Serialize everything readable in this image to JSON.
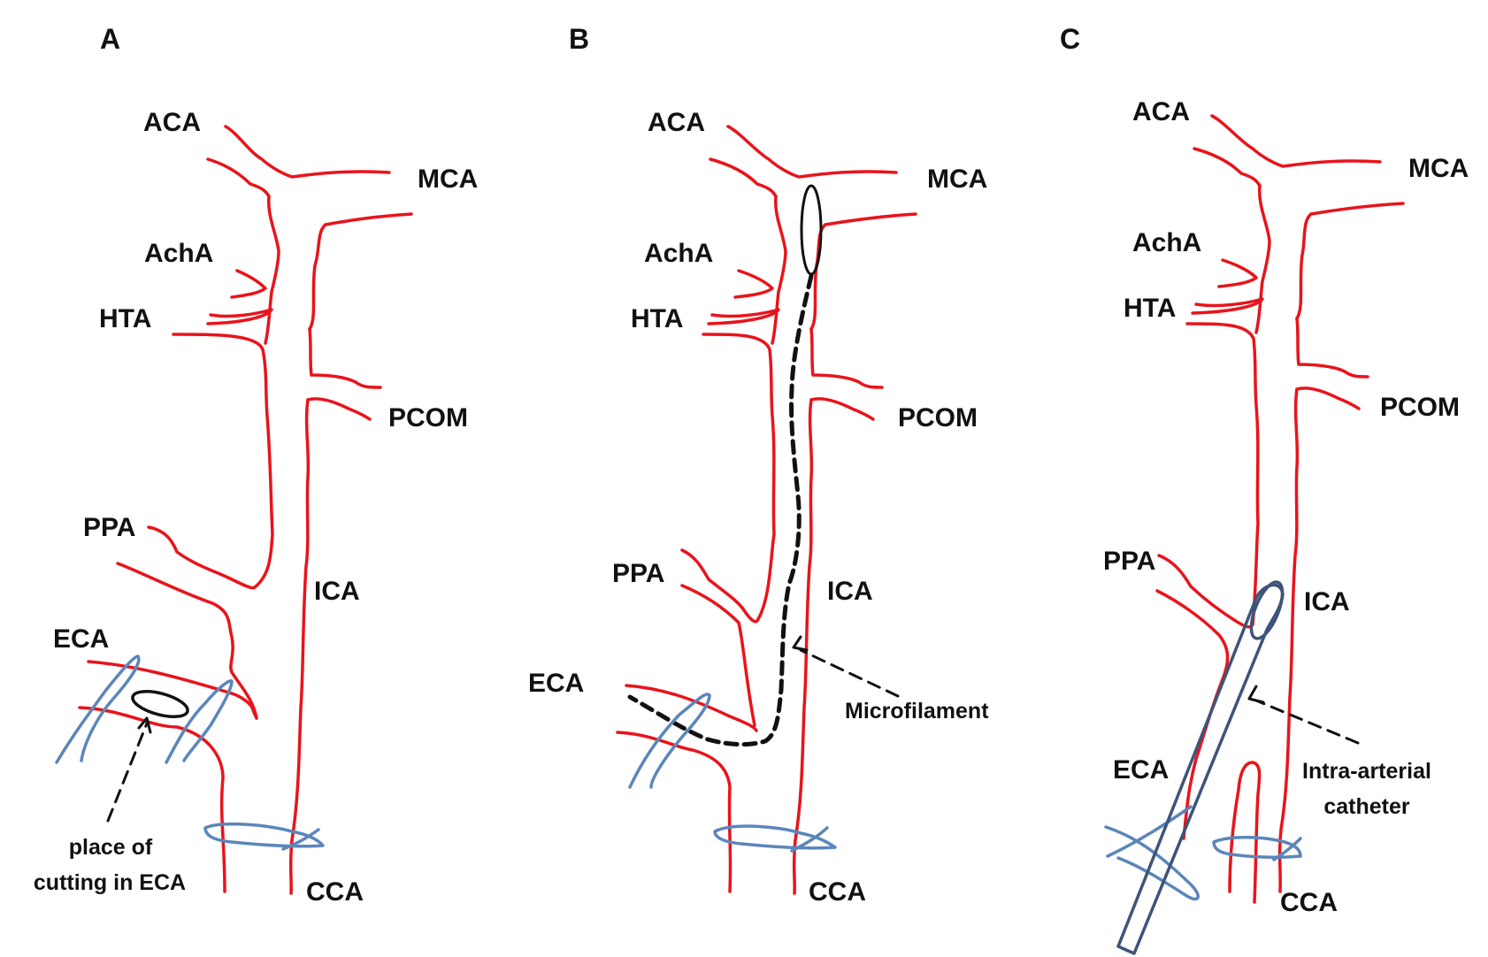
{
  "colors": {
    "vessel": "#e8141c",
    "suture": "#5b86bb",
    "catheter": "#3e5478",
    "ink": "#111111"
  },
  "panels": [
    {
      "letter": "A",
      "labels": {
        "aca": "ACA",
        "mca": "MCA",
        "acha": "AchA",
        "hta": "HTA",
        "pcom": "PCOM",
        "ppa": "PPA",
        "ica": "ICA",
        "eca": "ECA",
        "cca": "CCA"
      },
      "annotation_line1": "place of",
      "annotation_line2": "cutting in ECA"
    },
    {
      "letter": "B",
      "labels": {
        "aca": "ACA",
        "mca": "MCA",
        "acha": "AchA",
        "hta": "HTA",
        "pcom": "PCOM",
        "ppa": "PPA",
        "ica": "ICA",
        "eca": "ECA",
        "cca": "CCA"
      },
      "annotation": "Microfilament"
    },
    {
      "letter": "C",
      "labels": {
        "aca": "ACA",
        "mca": "MCA",
        "acha": "AchA",
        "hta": "HTA",
        "pcom": "PCOM",
        "ppa": "PPA",
        "ica": "ICA",
        "eca": "ECA",
        "cca": "CCA"
      },
      "annotation_line1": "Intra-arterial",
      "annotation_line2": "catheter"
    }
  ]
}
